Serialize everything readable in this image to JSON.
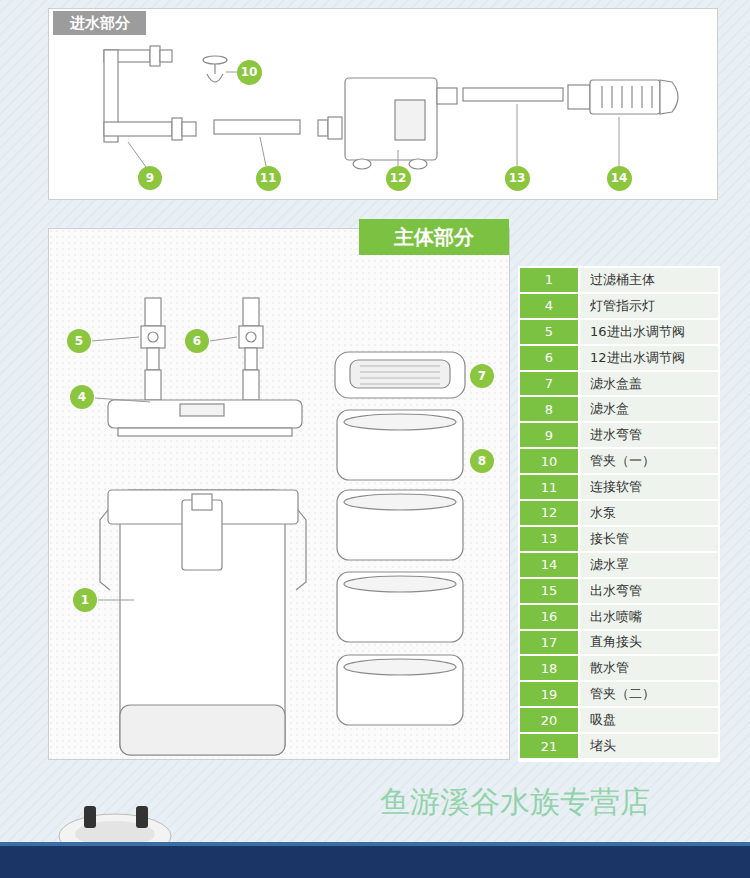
{
  "diagram": {
    "nodes": [
      {
        "text": [
          "进水部分"
        ]
      },
      {
        "text": [
          "9"
        ],
        "in": 0
      },
      {
        "text": [
          "10"
        ],
        "in": 0
      },
      {
        "text": [
          "11"
        ],
        "in": 0
      },
      {
        "text": [
          "12"
        ],
        "in": 0
      },
      {
        "text": [
          "13"
        ],
        "in": 0
      },
      {
        "text": [
          "14"
        ],
        "in": 0
      },
      {
        "text": [
          "主体部分"
        ]
      },
      {
        "text": [
          "5"
        ],
        "in": 7
      },
      {
        "text": [
          "6"
        ],
        "in": 7
      },
      {
        "text": [
          "7"
        ],
        "in": 7
      },
      {
        "text": [
          "4"
        ],
        "in": 7
      },
      {
        "text": [
          "8"
        ],
        "in": 7
      },
      {
        "text": [
          "1"
        ],
        "in": 7
      }
    ],
    "labels": [
      "1",
      "过滤桶主体",
      "4",
      "灯管指示灯",
      "5",
      "16进出水调节阀",
      "6",
      "12进出水调节阀",
      "7",
      "滤水盒盖",
      "8",
      "滤水盒",
      "9",
      "进水弯管",
      "10",
      "管夹（一）",
      "11",
      "连接软管",
      "12",
      "水泵",
      "13",
      "接长管",
      "14",
      "滤水罩",
      "15",
      "出水弯管",
      "16",
      "出水喷嘴",
      "17",
      "直角接头",
      "18",
      "散水管",
      "19",
      "管夹（二）",
      "20",
      "吸盘",
      "21",
      "堵头",
      "鱼游溪谷水族专营店"
    ]
  }
}
